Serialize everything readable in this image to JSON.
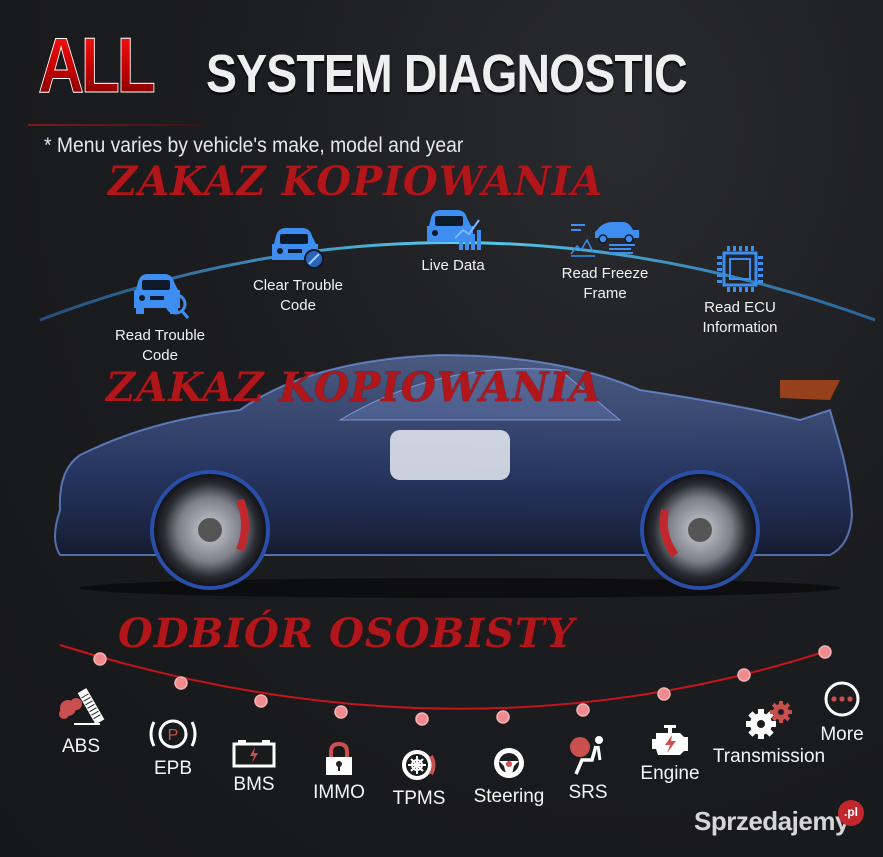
{
  "header": {
    "title_accent": "ALL",
    "title_rest": "SYSTEM DIAGNOSTIC",
    "subtitle": "* Menu varies by vehicle's make, model and year"
  },
  "watermarks": {
    "top": "ZAKAZ KOPIOWANIA",
    "middle": "ZAKAZ KOPIOWANIA",
    "bottom": "ODBIÓR OSOBISTY"
  },
  "functions": [
    {
      "icon": "car-magnifier-icon",
      "line1": "Read Trouble",
      "line2": "Code"
    },
    {
      "icon": "car-clear-icon",
      "line1": "Clear Trouble",
      "line2": "Code"
    },
    {
      "icon": "car-chart-icon",
      "line1": "Live Data",
      "line2": ""
    },
    {
      "icon": "freeze-frame-icon",
      "line1": "Read Freeze",
      "line2": "Frame"
    },
    {
      "icon": "ecu-chip-icon",
      "line1": "Read ECU",
      "line2": "Information"
    }
  ],
  "systems": [
    {
      "icon": "abs-brake-pedal-icon",
      "label": "ABS"
    },
    {
      "icon": "parking-brake-icon",
      "label": "EPB"
    },
    {
      "icon": "battery-icon",
      "label": "BMS"
    },
    {
      "icon": "padlock-icon",
      "label": "IMMO"
    },
    {
      "icon": "tire-pressure-icon",
      "label": "TPMS"
    },
    {
      "icon": "steering-wheel-icon",
      "label": "Steering"
    },
    {
      "icon": "airbag-icon",
      "label": "SRS"
    },
    {
      "icon": "engine-icon",
      "label": "Engine"
    },
    {
      "icon": "gears-icon",
      "label": "Transmission"
    },
    {
      "icon": "more-dots-icon",
      "label": "More"
    }
  ],
  "brand": {
    "name": "Sprzedajemy",
    "suffix": ".pl"
  },
  "colors": {
    "accent_red": "#c30000",
    "icon_blue": "#3d8ef0",
    "arc_cyan": "#4fc3e8",
    "dot_pink": "#f08a8f",
    "background": "#1c1d20"
  }
}
